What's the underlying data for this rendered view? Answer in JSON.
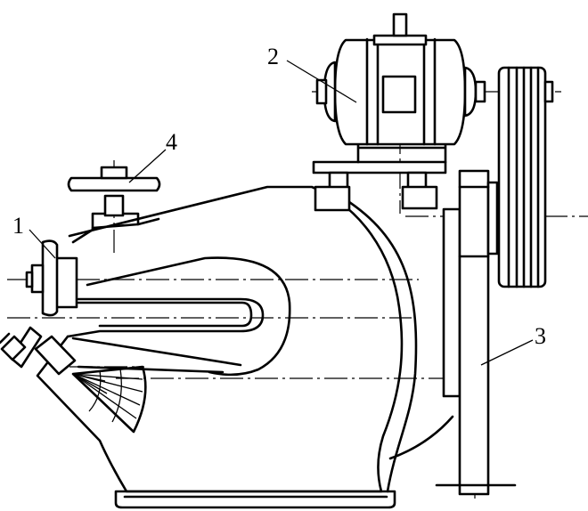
{
  "labels": {
    "l1": "1",
    "l2": "2",
    "l3": "3",
    "l4": "4"
  },
  "colors": {
    "line": "#000000",
    "background": "#ffffff"
  }
}
